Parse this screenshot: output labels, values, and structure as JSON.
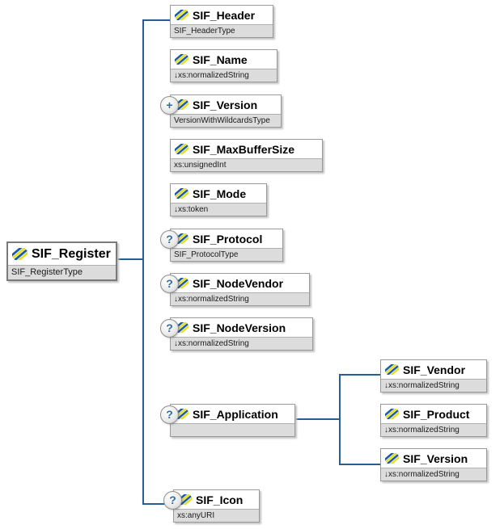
{
  "diagram": {
    "root": {
      "name": "SIF_Register",
      "type": "SIF_RegisterType"
    },
    "children": [
      {
        "name": "SIF_Header",
        "type": "SIF_HeaderType"
      },
      {
        "name": "SIF_Name",
        "type": "↓xs:normalizedString"
      },
      {
        "name": "SIF_Version",
        "type": "VersionWithWildcardsType",
        "badge": "+"
      },
      {
        "name": "SIF_MaxBufferSize",
        "type": "xs:unsignedInt"
      },
      {
        "name": "SIF_Mode",
        "type": "↓xs:token"
      },
      {
        "name": "SIF_Protocol",
        "type": "SIF_ProtocolType",
        "badge": "?"
      },
      {
        "name": "SIF_NodeVendor",
        "type": "↓xs:normalizedString",
        "badge": "?"
      },
      {
        "name": "SIF_NodeVersion",
        "type": "↓xs:normalizedString",
        "badge": "?"
      },
      {
        "name": "SIF_Application",
        "type": "",
        "badge": "?",
        "children": [
          {
            "name": "SIF_Vendor",
            "type": "↓xs:normalizedString"
          },
          {
            "name": "SIF_Product",
            "type": "↓xs:normalizedString"
          },
          {
            "name": "SIF_Version",
            "type": "↓xs:normalizedString"
          }
        ]
      },
      {
        "name": "SIF_Icon",
        "type": "xs:anyURI",
        "badge": "?"
      }
    ],
    "colors": {
      "connector": "#245e94",
      "box_border": "#9a9a9a",
      "subtitle_bg": "#dcdcdc",
      "icon_blue": "#1b5aa6",
      "icon_yellow": "#e6df2a",
      "badge_text": "#2e6da4"
    }
  }
}
